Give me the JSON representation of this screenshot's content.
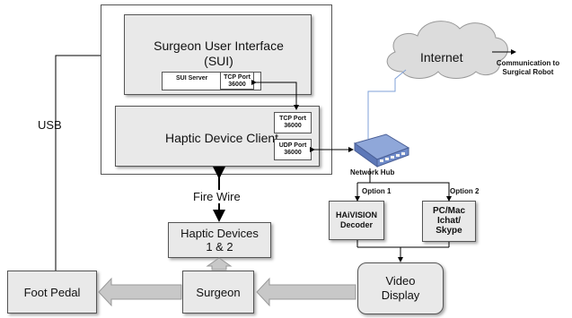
{
  "sui": {
    "title_line1": "Surgeon User Interface",
    "title_line2": "(SUI)",
    "server_label": "SUI Server",
    "tcp_label": "TCP Port",
    "tcp_port": "36000"
  },
  "haptic_client": {
    "title": "Haptic Device Client",
    "tcp_label": "TCP Port",
    "tcp_port": "36000",
    "udp_label": "UDP Port",
    "udp_port": "36000"
  },
  "usb_label": "USB",
  "firewire_label": "Fire Wire",
  "haptic_devices": {
    "line1": "Haptic Devices",
    "line2": "1 & 2"
  },
  "foot_pedal": "Foot Pedal",
  "surgeon": "Surgeon",
  "video_display": {
    "line1": "Video",
    "line2": "Display"
  },
  "internet": "Internet",
  "robot_comm": {
    "line1": "Communication to",
    "line2": "Surgical Robot"
  },
  "network_hub": "Network Hub",
  "option1": "Option 1",
  "option2": "Option 2",
  "haivision": {
    "line1": "HAiVISION",
    "line2": "Decoder"
  },
  "pcmac": {
    "line1": "PC/Mac",
    "line2": "Ichat/",
    "line3": "Skype"
  }
}
